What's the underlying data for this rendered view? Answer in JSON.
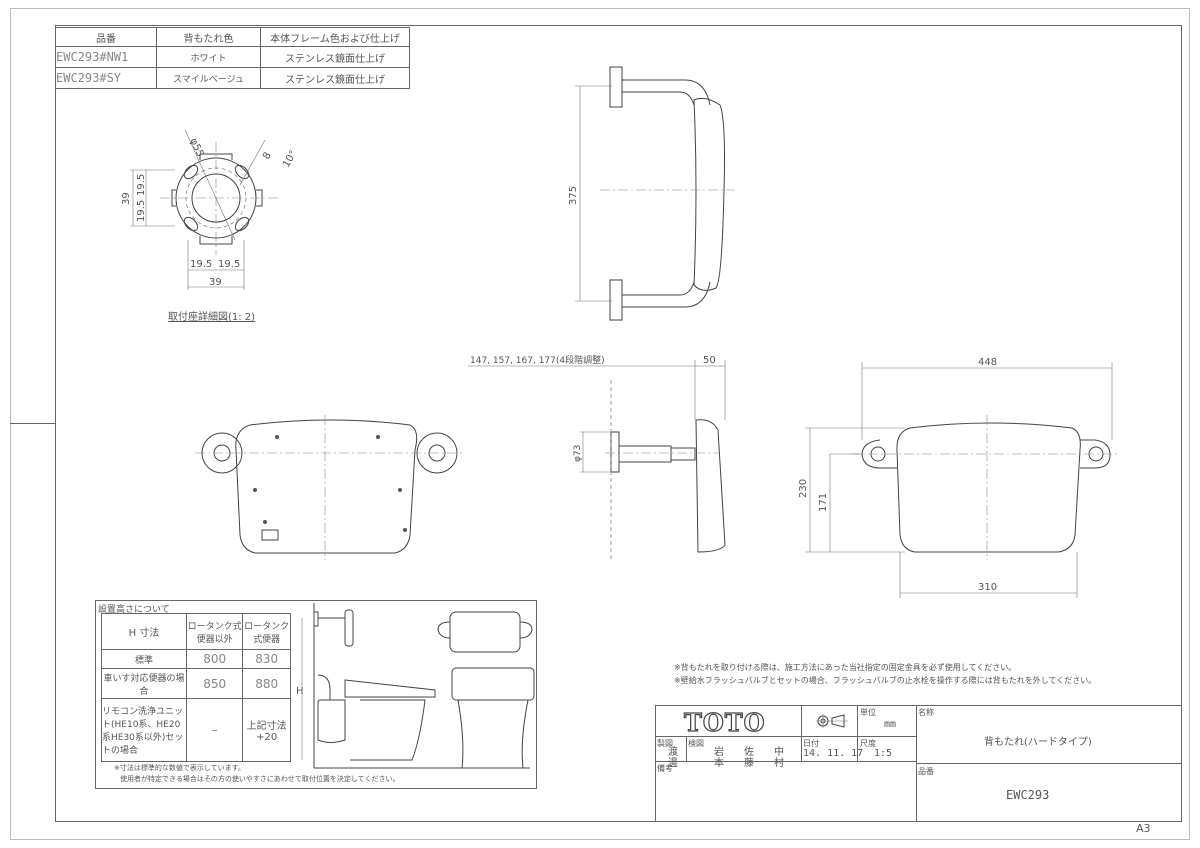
{
  "parts_table": {
    "headers": [
      "品番",
      "背もたれ色",
      "本体フレーム色および仕上げ"
    ],
    "rows": [
      [
        "EWC293#NW1",
        "ホワイト",
        "ステンレス鏡面仕上げ"
      ],
      [
        "EWC293#SY",
        "スマイルベージュ",
        "ステンレス鏡面仕上げ"
      ]
    ]
  },
  "flange_detail": {
    "caption": "取付座詳細図(1: 2)",
    "dims": {
      "dia": "φ55",
      "slot": "8",
      "angle": "10°",
      "h_total": "39",
      "h_half_a": "19.5",
      "h_half_b": "19.5",
      "w_half_a": "19.5",
      "w_half_b": "19.5",
      "w_total": "39"
    }
  },
  "top_view": {
    "dim_height": "375"
  },
  "side_view": {
    "dim_depth": "147, 157, 167, 177(4段階調整)",
    "dim_thickness": "50",
    "dim_dia": "φ73"
  },
  "front_view": {
    "dim_width": "448",
    "dim_height": "230",
    "dim_center": "171",
    "dim_inner_width": "310"
  },
  "install_height": {
    "title": "設置高さについて",
    "header": [
      "H 寸法",
      "ロータンク式便器以外",
      "ロータンク式便器"
    ],
    "rows": [
      [
        "標準",
        "800",
        "830"
      ],
      [
        "車いす対応便器の場合",
        "850",
        "880"
      ],
      [
        "リモコン洗浄ユニット(HE10系、HE20系HE30系以外)セットの場合",
        "–",
        "上記寸法+20"
      ]
    ],
    "h_label": "H",
    "note1": "※寸法は標準的な数値で表示しています。",
    "note2": "使用者が特定できる場合はその方の使いやすさにあわせて取付位置を決定してください。"
  },
  "notes": [
    "※背もたれを取り付ける際は、施工方法にあった当社指定の固定金具を必ず使用してください。",
    "※壁給水フラッシュバルブとセットの場合、フラッシュバルブの止水栓を操作する際には背もたれを外してください。"
  ],
  "title_block": {
    "logo": "TOTO",
    "unit_label": "単位",
    "unit": "mm",
    "name_label": "名称",
    "name": "背もたれ(ハードタイプ)",
    "drawn_label": "製図",
    "drawn": "渡 邊",
    "checked_label": "検図",
    "checked": [
      "岩 本",
      "佐 藤",
      "中 村"
    ],
    "date_label": "日付",
    "date": "14. 11. 17",
    "scale_label": "尺度",
    "scale": "1:5",
    "part_label": "品番",
    "part": "EWC293",
    "remarks_label": "備考"
  },
  "sheet_size": "A3"
}
